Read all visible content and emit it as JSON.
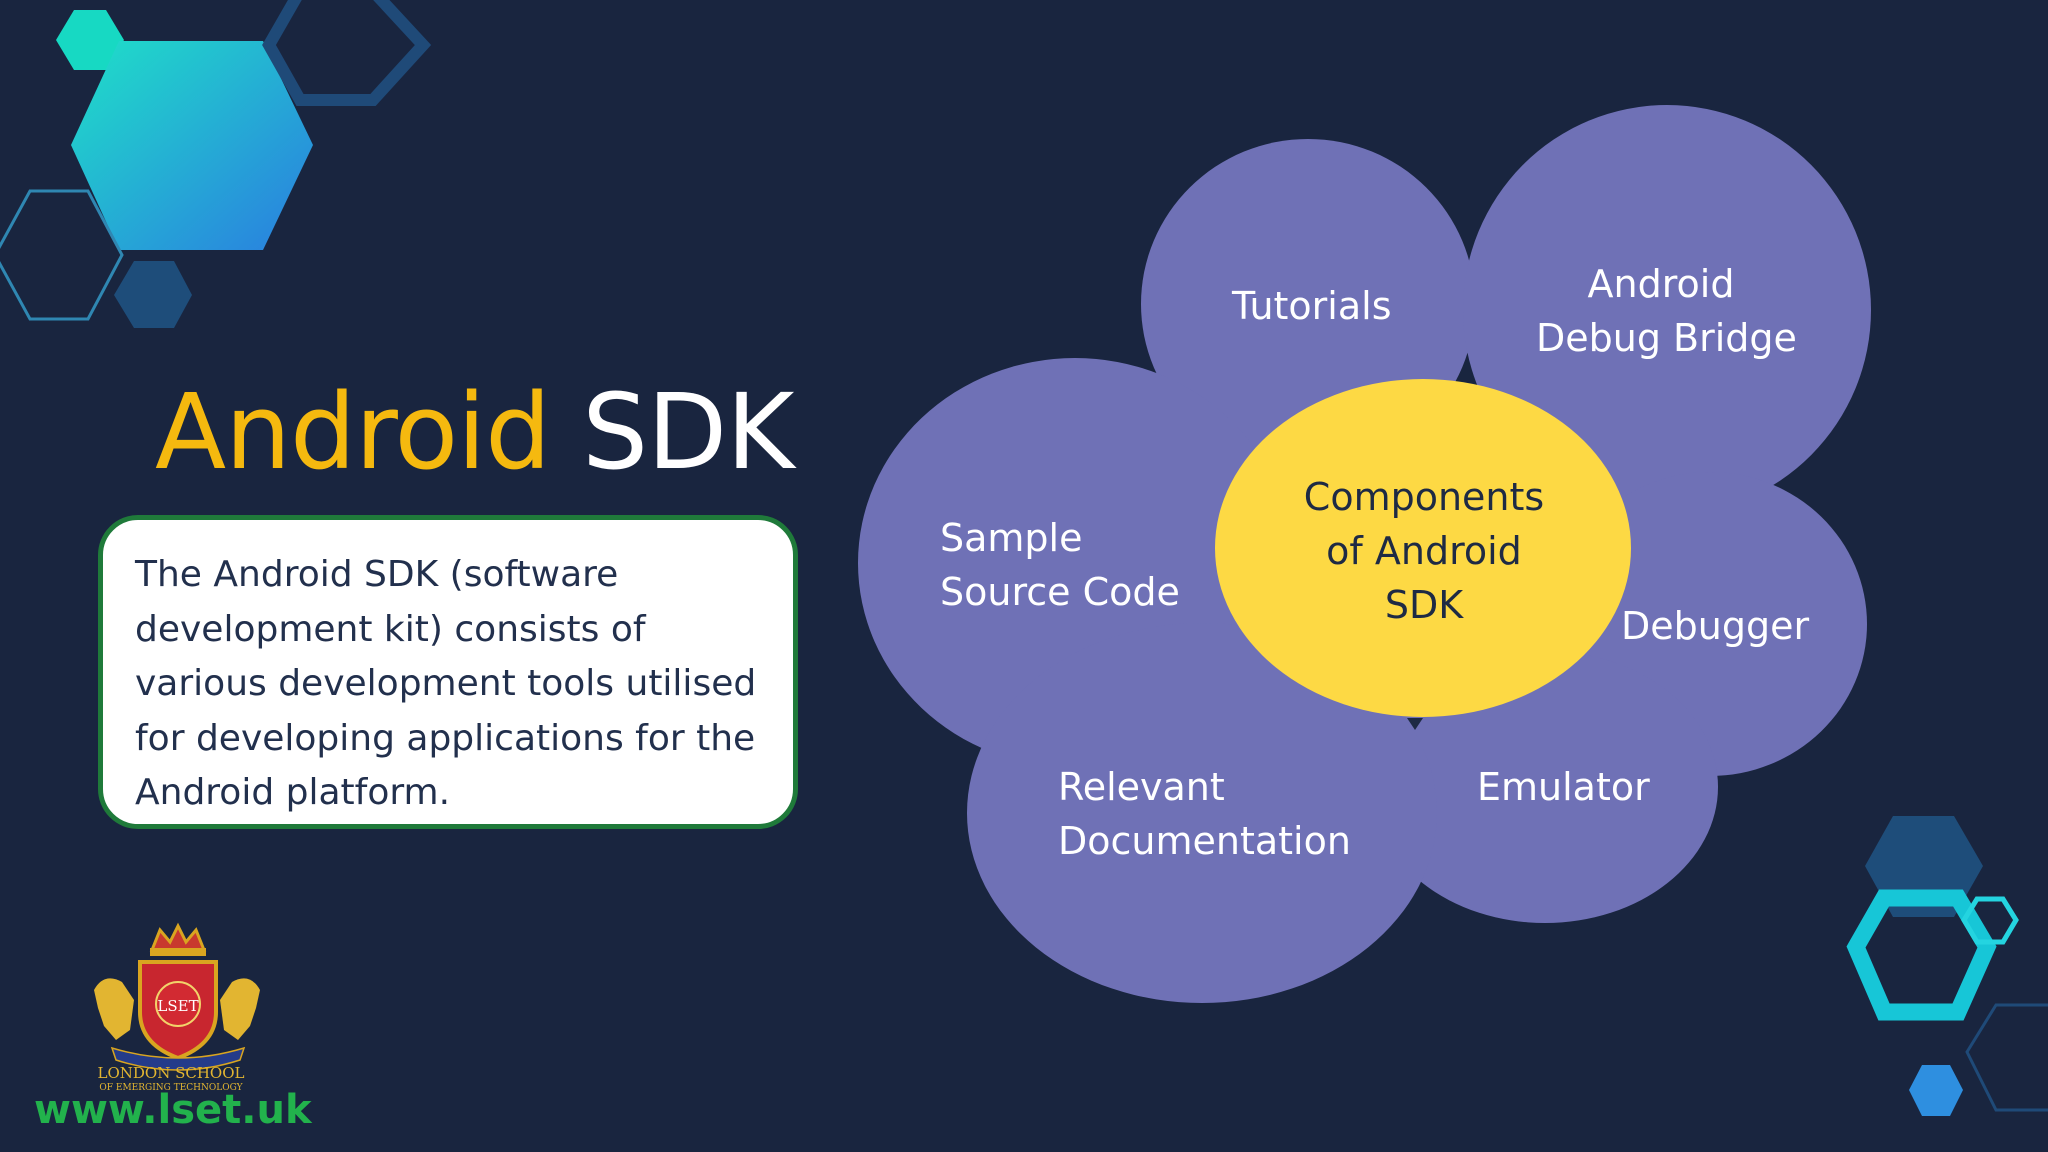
{
  "slide": {
    "title_part1": "Android",
    "title_part2": "SDK",
    "description": "The Android SDK (software development kit) consists of various development tools utilised for developing applications for the Android platform."
  },
  "diagram": {
    "center": [
      "Components",
      "of Android",
      "SDK"
    ],
    "petals": {
      "tutorials": [
        "Tutorials"
      ],
      "adb": [
        "Android",
        "Debug Bridge"
      ],
      "sample": [
        "Sample",
        "Source Code"
      ],
      "debugger": [
        "Debugger"
      ],
      "emulator": [
        "Emulator"
      ],
      "documentation": [
        "Relevant",
        "Documentation"
      ]
    }
  },
  "branding": {
    "logo_name": "LONDON SCHOOL",
    "logo_sub": "OF EMERGING TECHNOLOGY",
    "logo_badge": "LSET",
    "website": "www.lset.uk"
  },
  "colors": {
    "background": "#19253f",
    "title_accent": "#f5b90f",
    "petal": "#7677bf",
    "center": "#fdd944",
    "box_border": "#1f7a3a",
    "website": "#22b24c"
  }
}
